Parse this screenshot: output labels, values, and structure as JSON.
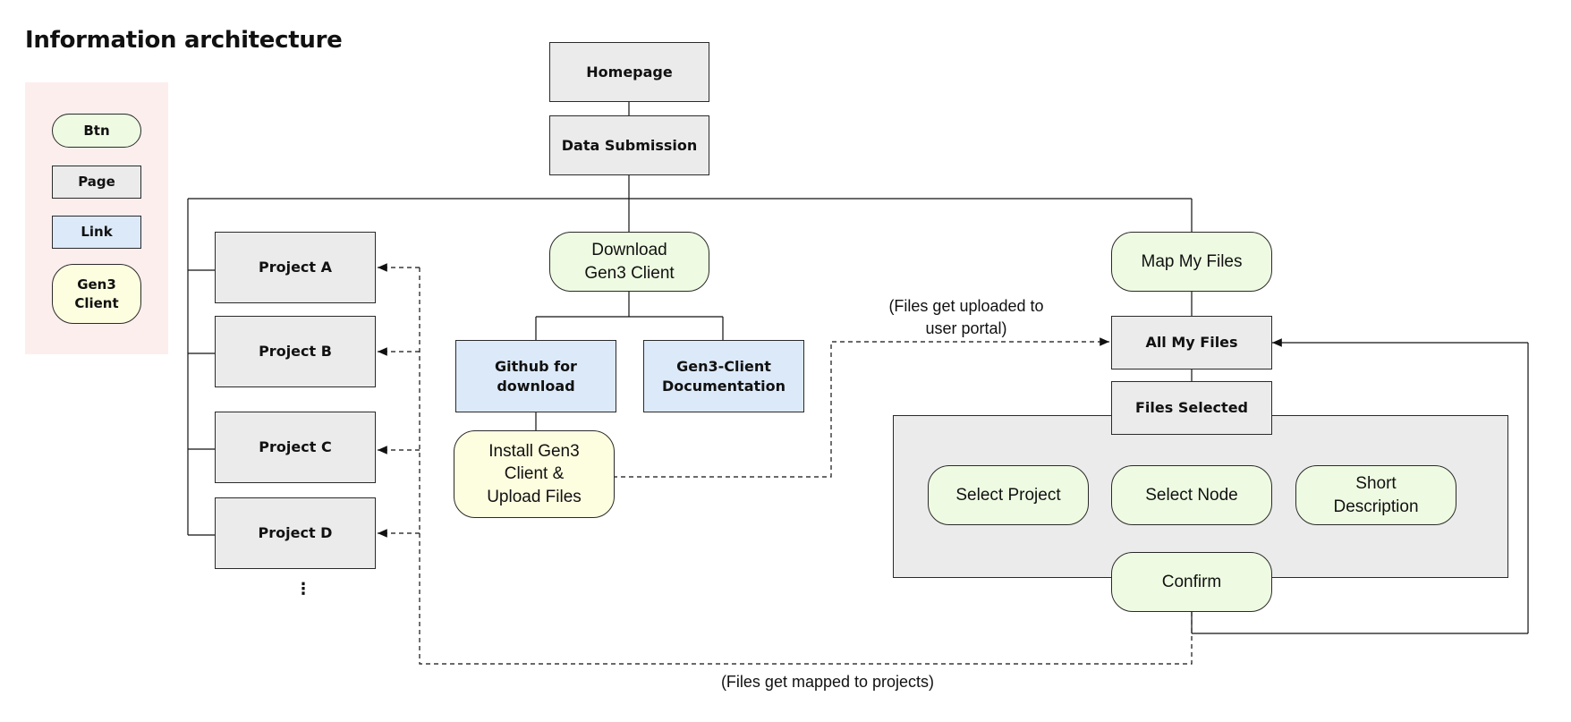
{
  "title": "Information architecture",
  "legend": {
    "btn": "Btn",
    "page": "Page",
    "link": "Link",
    "gen3": "Gen3\nClient"
  },
  "nodes": {
    "homepage": "Homepage",
    "data_submission": "Data Submission",
    "project_a": "Project A",
    "project_b": "Project B",
    "project_c": "Project C",
    "project_d": "Project D",
    "projects_more": "⋮",
    "download_client": "Download\nGen3 Client",
    "github": "Github for\ndownload",
    "documentation": "Gen3-Client\nDocumentation",
    "install_upload": "Install Gen3\nClient &\nUpload Files",
    "map_my_files": "Map My Files",
    "all_my_files": "All My Files",
    "files_selected": "Files Selected",
    "select_project": "Select Project",
    "select_node": "Select Node",
    "short_description": "Short\nDescription",
    "confirm": "Confirm"
  },
  "notes": {
    "uploaded": "(Files get uploaded to\nuser portal)",
    "mapped": "(Files get mapped to projects)"
  },
  "colors": {
    "btn": "#eefbe2",
    "page": "#ebebeb",
    "link": "#dce9f9",
    "gen3": "#fdfde0",
    "legend_panel": "#fdeeee",
    "stroke": "#2a2a2a"
  }
}
